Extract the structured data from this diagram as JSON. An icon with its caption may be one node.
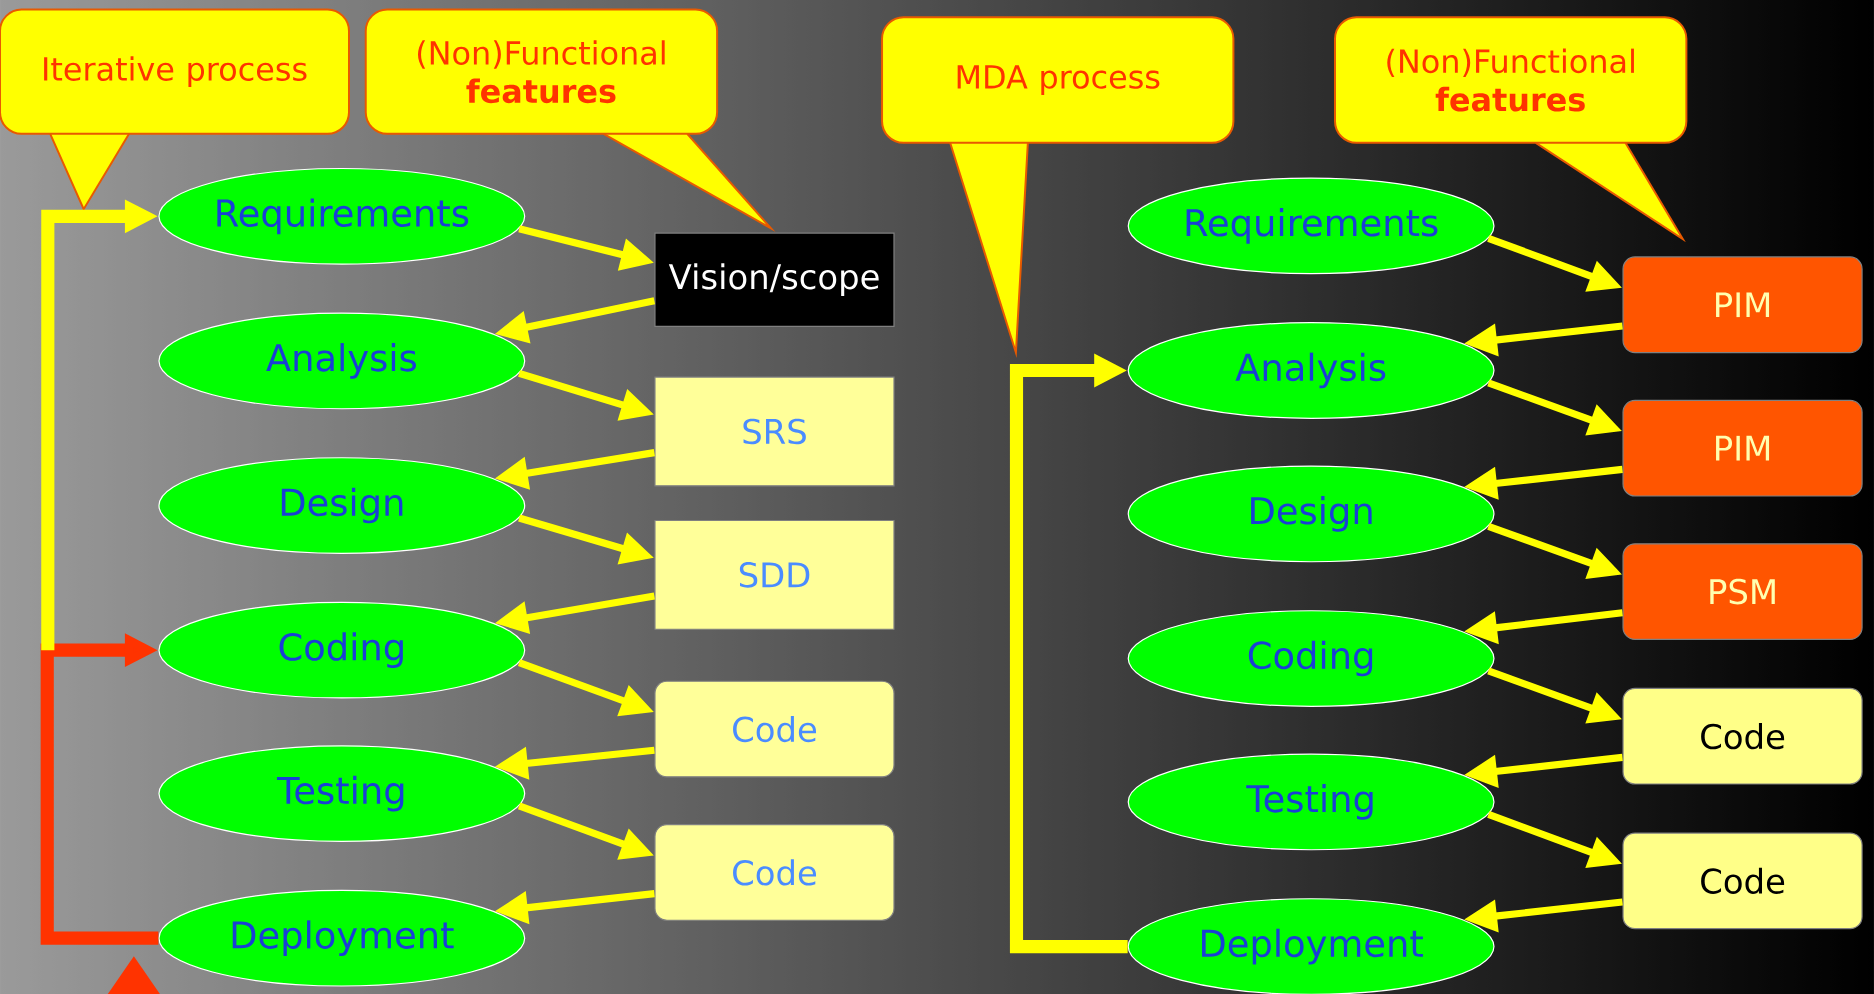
{
  "diagram": {
    "nodes": [
      {
        "text": [
          "Iterative process"
        ]
      },
      {
        "text": [
          "(Non)Functional **features**"
        ]
      },
      {
        "text": [
          "MDA process"
        ]
      },
      {
        "text": [
          "(Non)Functional **features**"
        ]
      },
      {
        "text": [
          "Requirements"
        ]
      },
      {
        "text": [
          "Analysis"
        ]
      },
      {
        "text": [
          "Design"
        ]
      },
      {
        "text": [
          "Coding"
        ]
      },
      {
        "text": [
          "Testing"
        ]
      },
      {
        "text": [
          "Deployment"
        ]
      },
      {
        "text": [
          "Vision/scope"
        ]
      },
      {
        "text": [
          "SRS"
        ]
      },
      {
        "text": [
          "SDD"
        ]
      },
      {
        "text": [
          "Code"
        ]
      },
      {
        "text": [
          "Code"
        ]
      },
      {
        "text": [
          "Requirements"
        ]
      },
      {
        "text": [
          "Analysis"
        ]
      },
      {
        "text": [
          "Design"
        ]
      },
      {
        "text": [
          "Coding"
        ]
      },
      {
        "text": [
          "Testing"
        ]
      },
      {
        "text": [
          "Deployment"
        ]
      },
      {
        "text": [
          "PIM"
        ]
      },
      {
        "text": [
          "PIM"
        ]
      },
      {
        "text": [
          "PSM"
        ]
      },
      {
        "text": [
          "Code"
        ]
      },
      {
        "text": [
          "Code"
        ]
      }
    ],
    "edges": [
      {
        "from": 4,
        "to": 10,
        "arrow": "to"
      },
      {
        "from": 10,
        "to": 5,
        "arrow": "to"
      },
      {
        "from": 5,
        "to": 11,
        "arrow": "to"
      },
      {
        "from": 11,
        "to": 6,
        "arrow": "to"
      },
      {
        "from": 6,
        "to": 12,
        "arrow": "to"
      },
      {
        "from": 12,
        "to": 7,
        "arrow": "to"
      },
      {
        "from": 7,
        "to": 13,
        "arrow": "to"
      },
      {
        "from": 13,
        "to": 8,
        "arrow": "to"
      },
      {
        "from": 8,
        "to": 14,
        "arrow": "to"
      },
      {
        "from": 14,
        "to": 9,
        "arrow": "to"
      },
      {
        "from": 9,
        "to": 7,
        "arrow": "to",
        "style": "thick",
        "color": "#ff3300"
      },
      {
        "from": null,
        "to": 4,
        "arrow": "to",
        "style": "thick"
      },
      {
        "from": 15,
        "to": 21,
        "arrow": "to"
      },
      {
        "from": 21,
        "to": 16,
        "arrow": "to"
      },
      {
        "from": 16,
        "to": 22,
        "arrow": "to"
      },
      {
        "from": 22,
        "to": 17,
        "arrow": "to"
      },
      {
        "from": 17,
        "to": 23,
        "arrow": "to"
      },
      {
        "from": 23,
        "to": 18,
        "arrow": "to"
      },
      {
        "from": 18,
        "to": 24,
        "arrow": "to"
      },
      {
        "from": 24,
        "to": 19,
        "arrow": "to"
      },
      {
        "from": 19,
        "to": 25,
        "arrow": "to"
      },
      {
        "from": 25,
        "to": 20,
        "arrow": "to"
      },
      {
        "from": 20,
        "to": 16,
        "arrow": "to",
        "style": "thick"
      }
    ]
  }
}
